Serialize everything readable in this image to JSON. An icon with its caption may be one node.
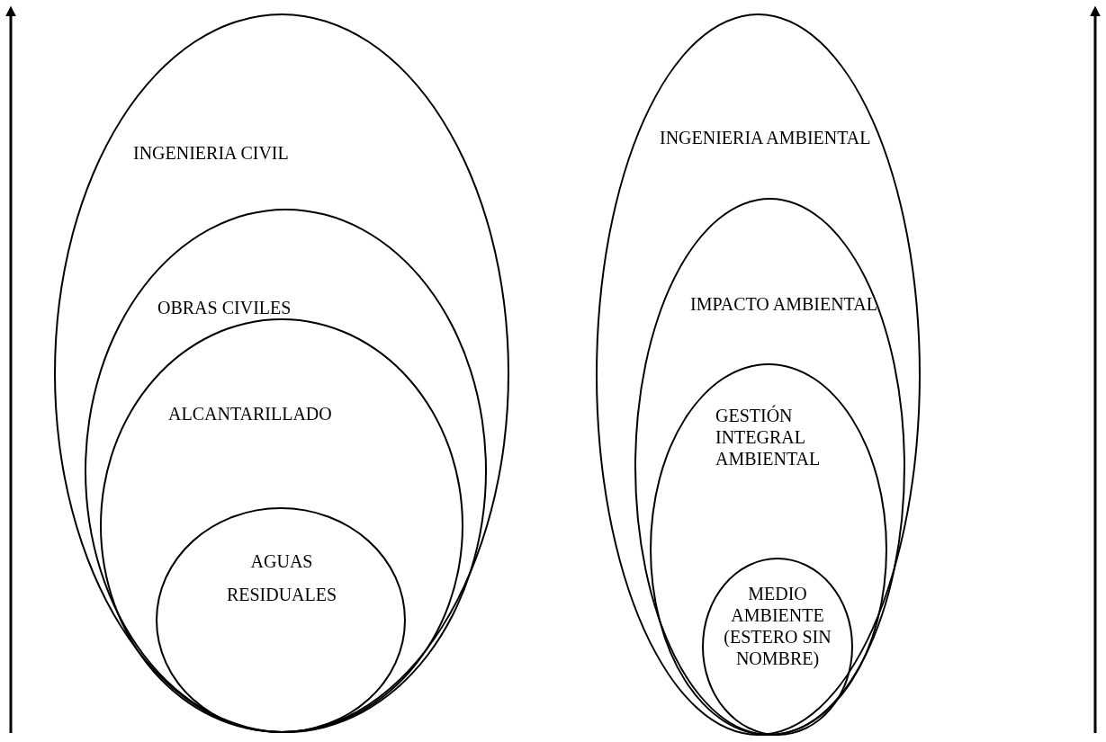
{
  "diagram": {
    "nodes": [
      {
        "text": [
          "INGENIERIA CIVIL"
        ]
      },
      {
        "text": [
          "OBRAS CIVILES"
        ],
        "in": 0
      },
      {
        "text": [
          "ALCANTARILLADO"
        ],
        "in": 1
      },
      {
        "text": [
          "AGUAS RESIDUALES"
        ],
        "in": 2
      },
      {
        "text": [
          "INGENIERIA AMBIENTAL"
        ]
      },
      {
        "text": [
          "IMPACTO AMBIENTAL"
        ],
        "in": 4
      },
      {
        "text": [
          "GESTIÓN INTEGRAL AMBIENTAL"
        ],
        "in": 5
      },
      {
        "text": [
          "MEDIO AMBIENTE (ESTERO SIN NOMBRE)"
        ],
        "in": 6
      }
    ],
    "edges": []
  }
}
